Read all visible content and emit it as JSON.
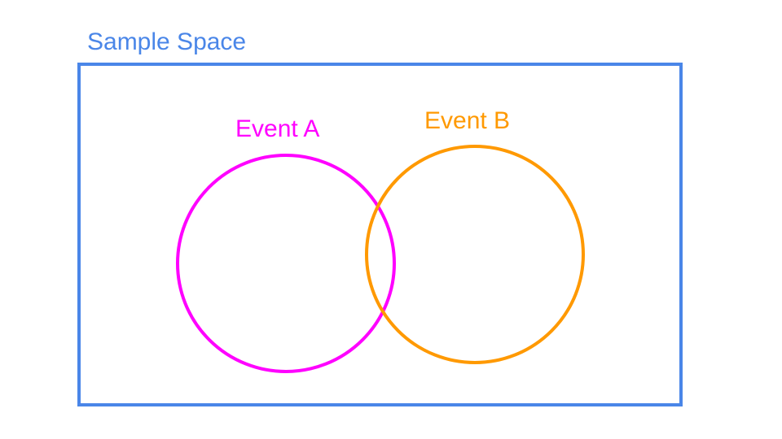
{
  "sample_space": {
    "label": "Sample Space",
    "color": "#4a86e8"
  },
  "events": [
    {
      "label": "Event A",
      "color": "#ff00ff"
    },
    {
      "label": "Event B",
      "color": "#ff9900"
    }
  ]
}
